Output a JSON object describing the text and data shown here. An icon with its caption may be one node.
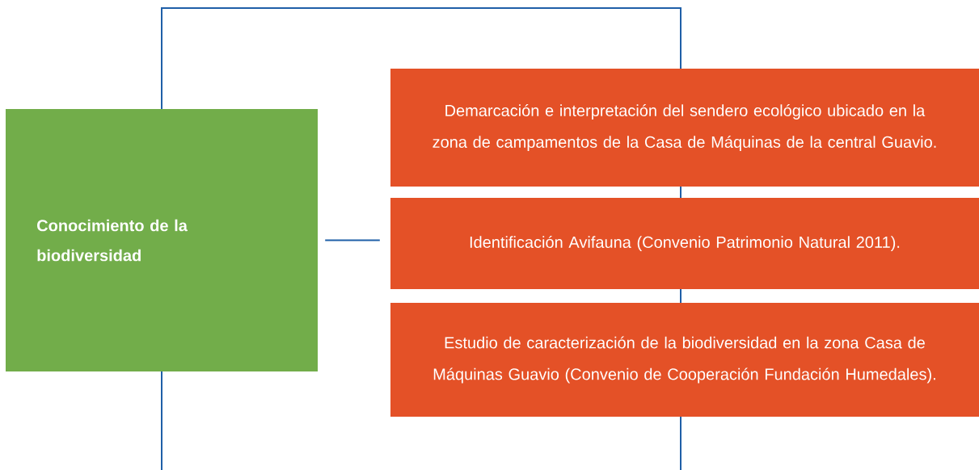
{
  "diagram": {
    "nodes": [
      {
        "text": [
          "Conocimiento de la biodiversidad"
        ]
      },
      {
        "text": [
          "Demarcación e interpretación del sendero ecológico ubicado en la zona de campamentos de la Casa de Máquinas de la central Guavio."
        ]
      },
      {
        "text": [
          "Identificación Avifauna  (Convenio Patrimonio Natural 2011)."
        ]
      },
      {
        "text": [
          "Estudio de caracterización de la  biodiversidad en la zona Casa de Máquinas Guavio (Convenio de Cooperación Fundación Humedales)."
        ]
      }
    ],
    "edges": [
      {
        "from": 0,
        "to": 2,
        "arrow": "none"
      }
    ]
  }
}
